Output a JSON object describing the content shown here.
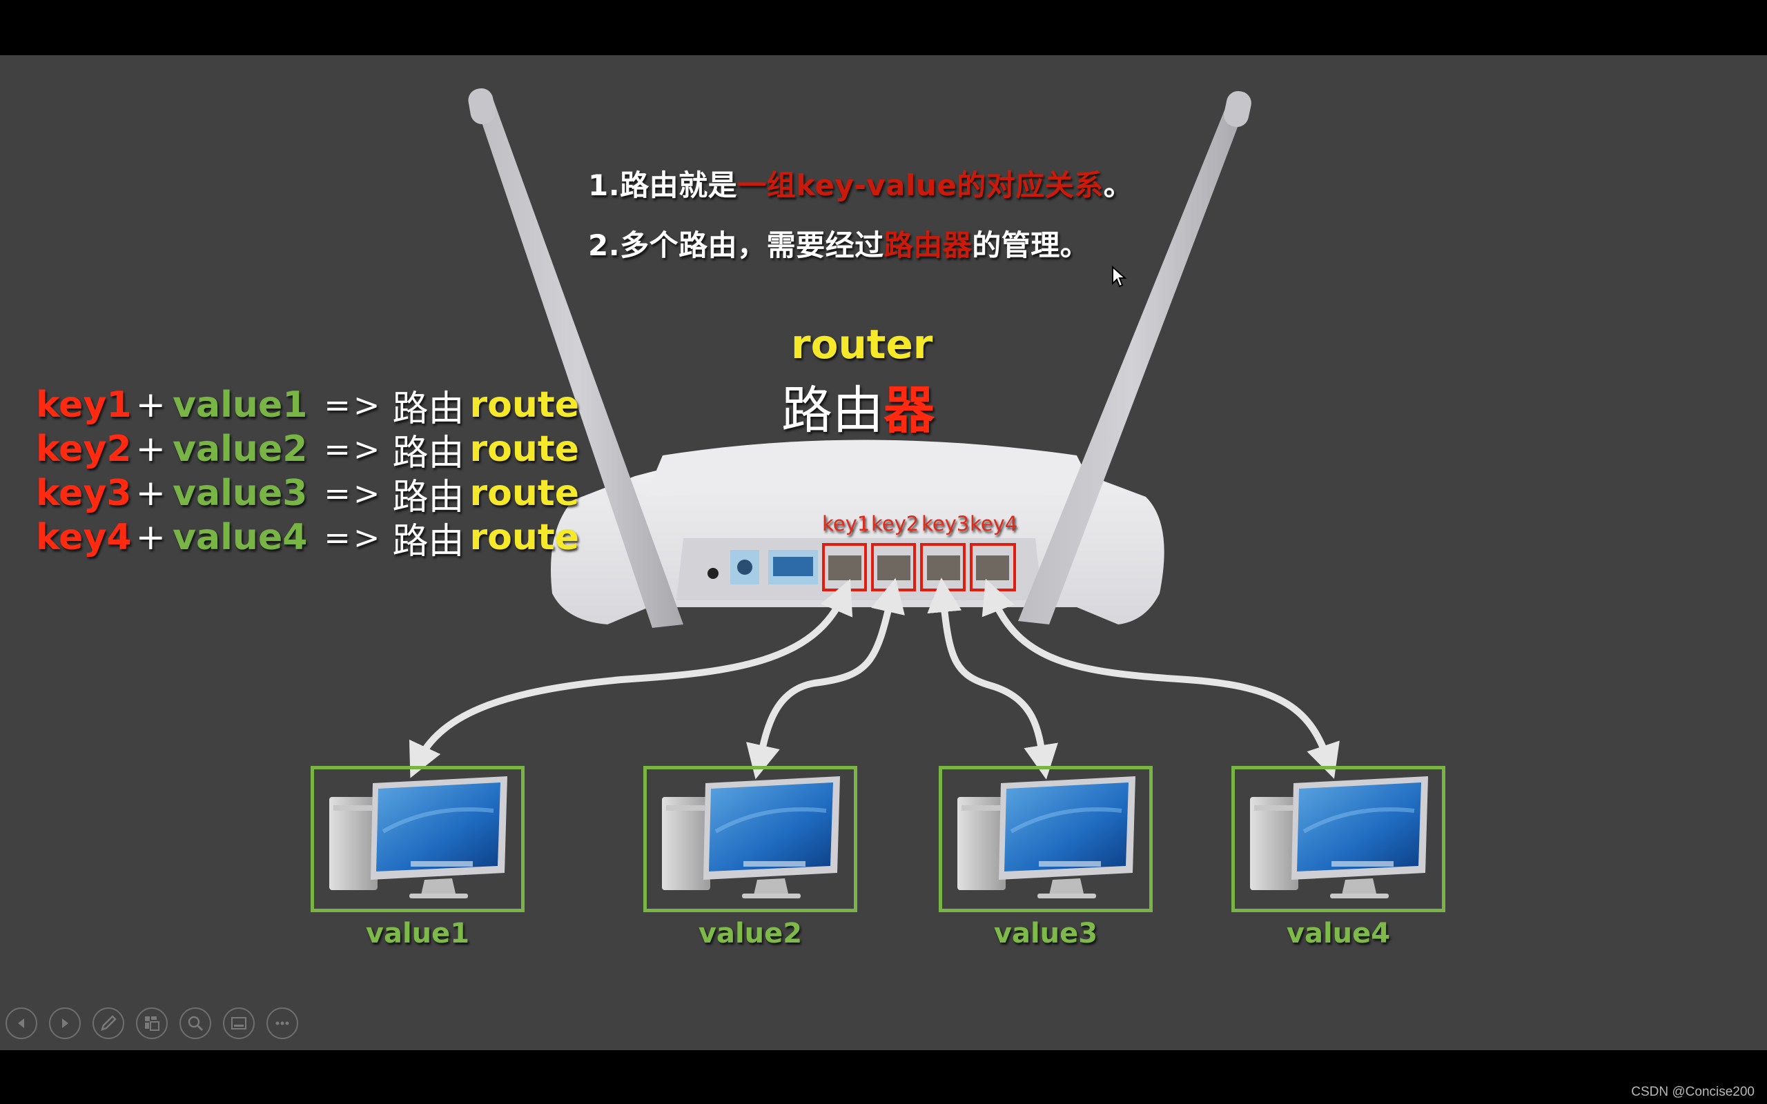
{
  "slide": {
    "headline": {
      "line1": {
        "prefix": "1.路由就是",
        "highlight": "一组key-value的对应关系",
        "suffix": "。"
      },
      "line2": {
        "prefix": "2.多个路由，需要经过",
        "highlight": "路由器",
        "suffix": "的管理。"
      }
    },
    "router_title": {
      "english": "router",
      "chinese_prefix": "路由",
      "chinese_highlight": "器"
    },
    "mappings": [
      {
        "key": "key1",
        "plus": "+",
        "value": "value1",
        "arrow": "=>",
        "cn": "路由",
        "route": "route"
      },
      {
        "key": "key2",
        "plus": "+",
        "value": "value2",
        "arrow": "=>",
        "cn": "路由",
        "route": "route"
      },
      {
        "key": "key3",
        "plus": "+",
        "value": "value3",
        "arrow": "=>",
        "cn": "路由",
        "route": "route"
      },
      {
        "key": "key4",
        "plus": "+",
        "value": "value4",
        "arrow": "=>",
        "cn": "路由",
        "route": "route"
      }
    ],
    "ports": [
      {
        "label": "key1"
      },
      {
        "label": "key2"
      },
      {
        "label": "key3"
      },
      {
        "label": "key4"
      }
    ],
    "computers": [
      {
        "label": "value1"
      },
      {
        "label": "value2"
      },
      {
        "label": "value3"
      },
      {
        "label": "value4"
      }
    ]
  },
  "toolbar": {
    "buttons": [
      {
        "name": "previous-slide",
        "icon": "triangle-left-icon"
      },
      {
        "name": "next-slide",
        "icon": "triangle-right-icon"
      },
      {
        "name": "pen",
        "icon": "pen-icon"
      },
      {
        "name": "see-all-slides",
        "icon": "slides-grid-icon"
      },
      {
        "name": "zoom",
        "icon": "magnifier-icon"
      },
      {
        "name": "subtitles",
        "icon": "subtitles-icon"
      },
      {
        "name": "more-options",
        "icon": "ellipsis-icon"
      }
    ]
  },
  "watermark": "CSDN @Concise200",
  "colors": {
    "slide_bg": "#414141",
    "key_red": "#ff2a10",
    "value_green": "#78b544",
    "route_yellow": "#f5e92a",
    "headline_red": "#cc1a0a"
  }
}
